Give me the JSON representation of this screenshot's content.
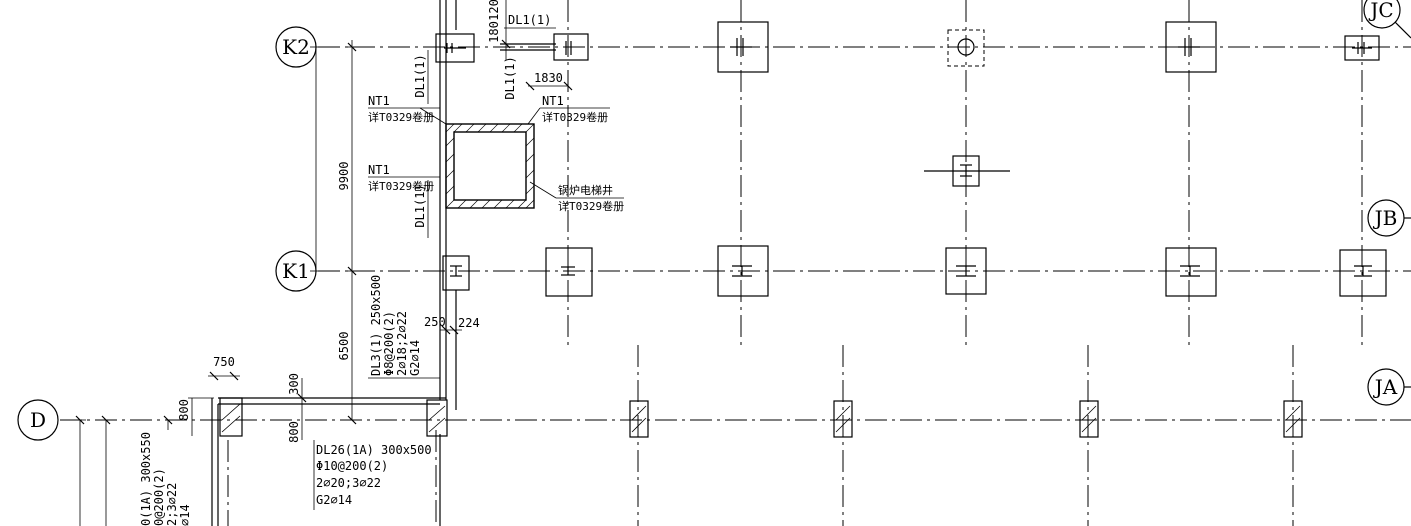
{
  "grid_bubbles": {
    "k2": "K2",
    "k1": "K1",
    "d": "D",
    "jc": "JC",
    "jb": "JB",
    "ja": "JA"
  },
  "dimensions": {
    "d9900": "9900",
    "d6500": "6500",
    "d750": "750",
    "d300": "300",
    "d800a": "800",
    "d800b": "800",
    "d180": "180",
    "d120": "120",
    "d1830": "1830",
    "d250": "250",
    "d224": "224"
  },
  "labels": {
    "dl1_top": "DL1(1)",
    "dl1_v1": "DL1(1)",
    "dl1_v2": "DL1(1)",
    "dl1_v3": "DL1(1)",
    "nt1_a": "NT1",
    "nt1_a_ref": "详T0329卷册",
    "nt1_b": "NT1",
    "nt1_b_ref": "详T0329卷册",
    "nt1_c": "NT1",
    "nt1_c_ref": "详T0329卷册",
    "shaft": "锅炉电梯井",
    "shaft_ref": "详T0329卷册",
    "dl3_l1": "DL3(1) 250x500",
    "dl3_l2": "Φ8@200(2)",
    "dl3_l3": "2⌀18;2⌀22",
    "dl3_l4": "G2⌀14",
    "dl26_l1": "DL26(1A) 300x500",
    "dl26_l2": "Φ10@200(2)",
    "dl26_l3": "2⌀20;3⌀22",
    "dl26_l4": "G2⌀14",
    "left_l1": "0(1A) 300x550",
    "left_l2": "0@200(2)",
    "left_l3": "2;3⌀22",
    "left_l4": "⌀14"
  }
}
